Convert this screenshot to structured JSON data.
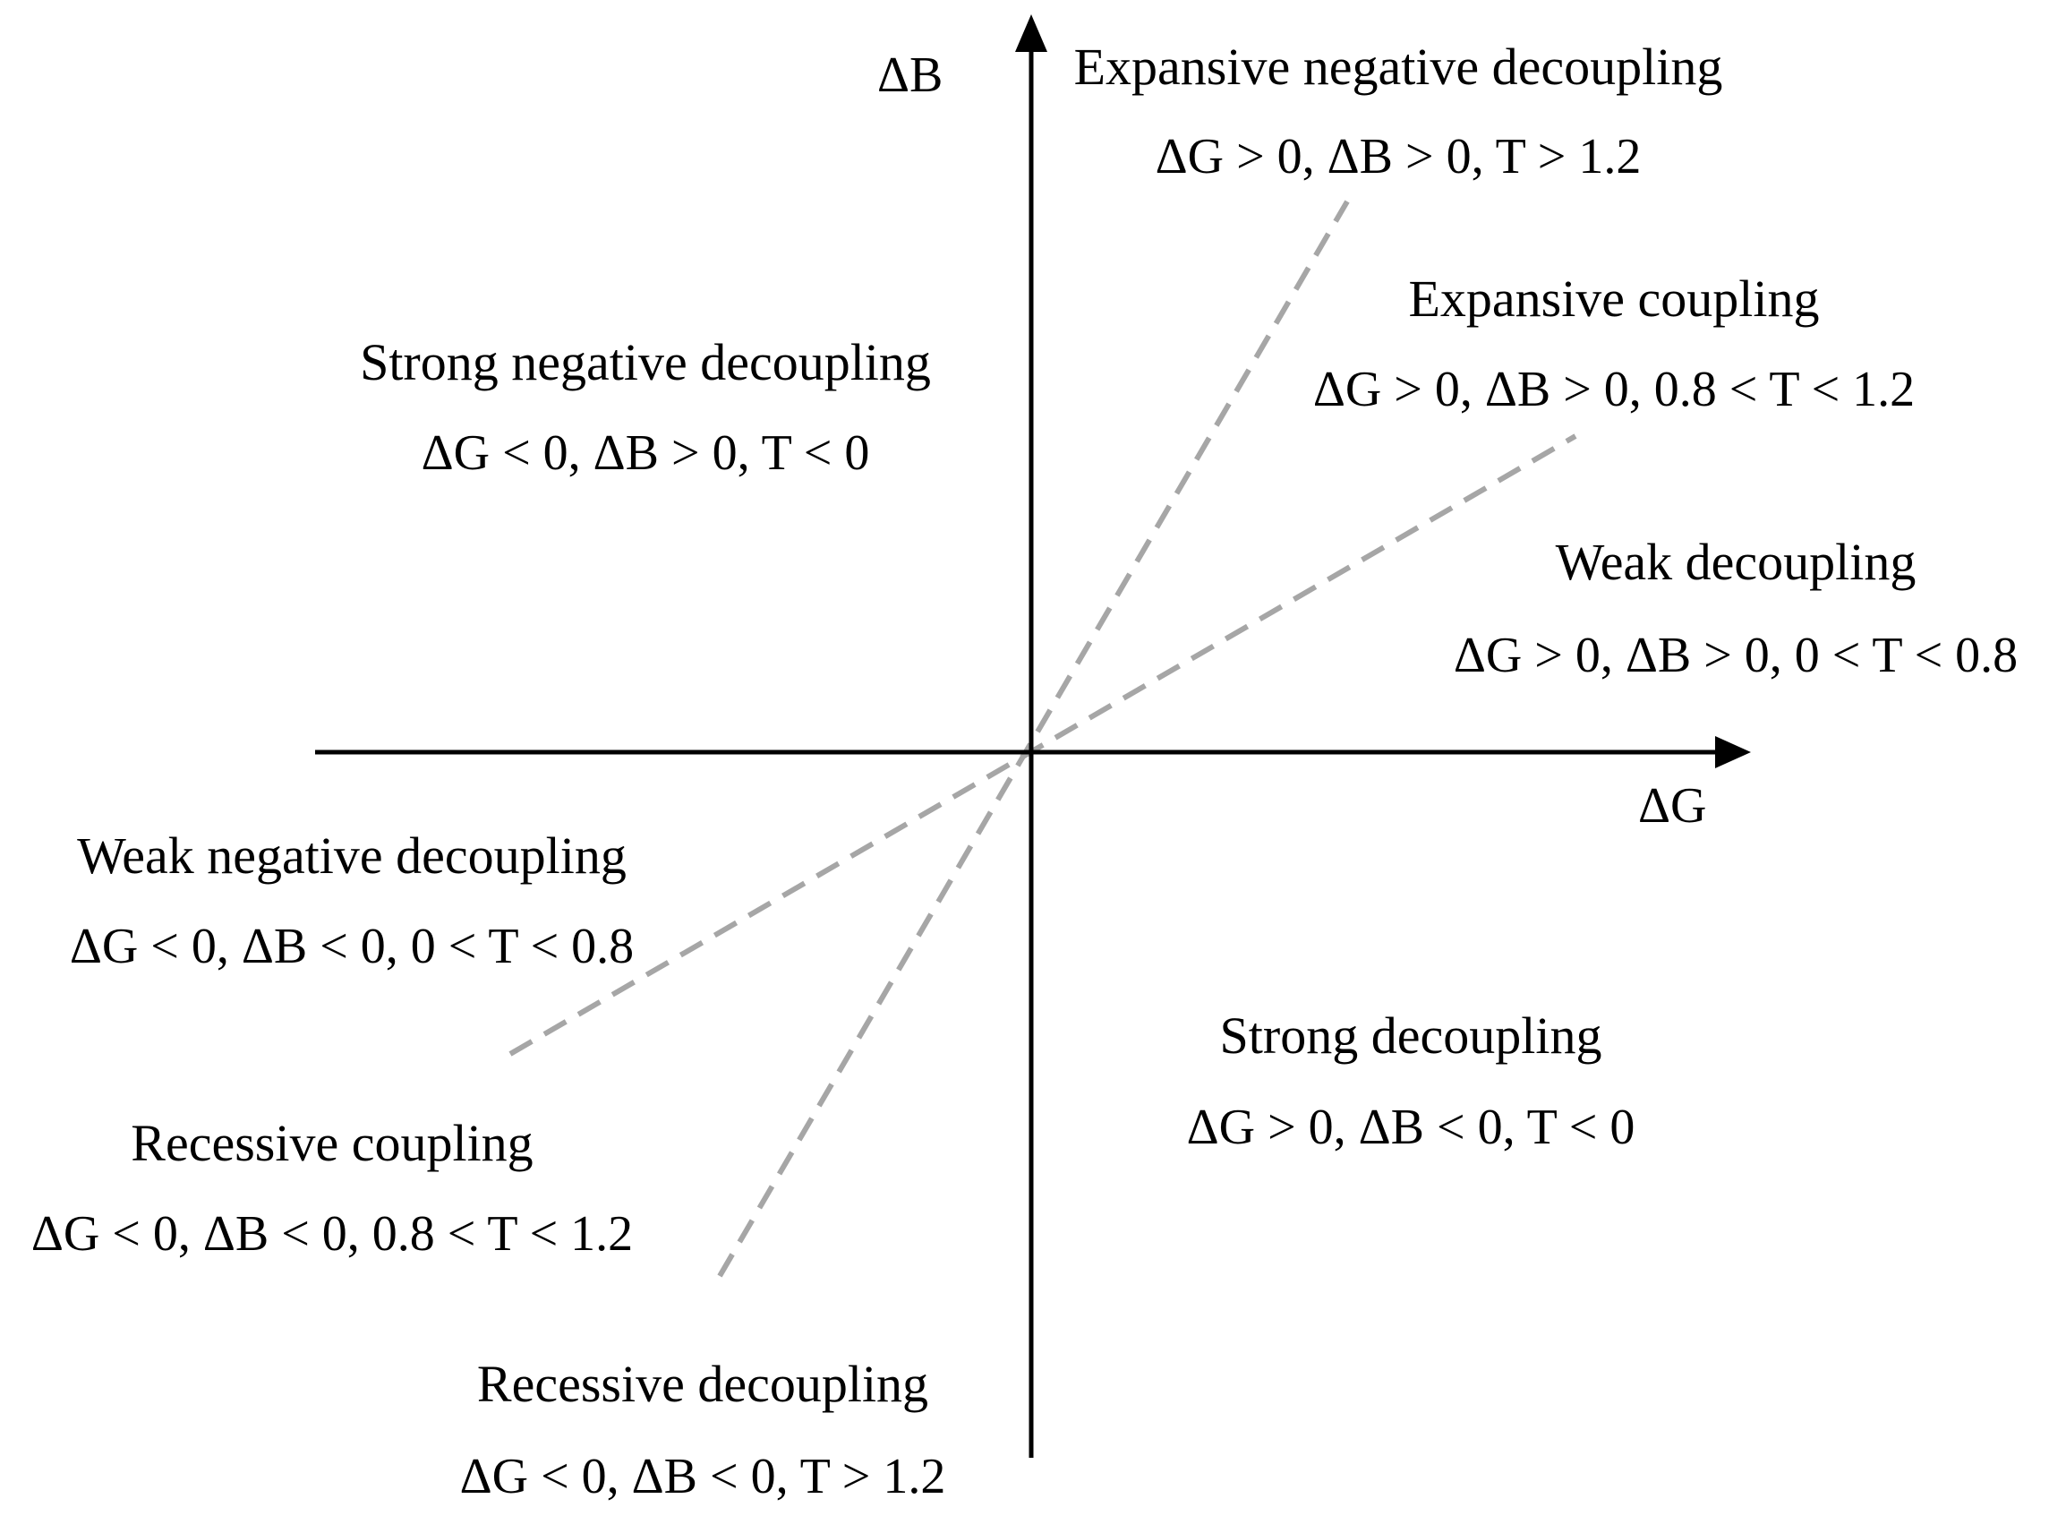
{
  "colors": {
    "axis": "#000000",
    "boundary": "#a6a6a6",
    "text": "#000000"
  },
  "axes": {
    "x_label": "ΔG",
    "y_label": "ΔB"
  },
  "zones": {
    "expansive_negative_decoupling": {
      "name": "Expansive negative decoupling",
      "condition": "ΔG > 0, ΔB > 0, T > 1.2"
    },
    "expansive_coupling": {
      "name": "Expansive coupling",
      "condition": "ΔG > 0, ΔB > 0, 0.8 < T < 1.2"
    },
    "weak_decoupling": {
      "name": "Weak decoupling",
      "condition": "ΔG > 0, ΔB > 0, 0 < T < 0.8"
    },
    "strong_negative_decoupling": {
      "name": "Strong negative decoupling",
      "condition": "ΔG < 0, ΔB > 0, T < 0"
    },
    "weak_negative_decoupling": {
      "name": "Weak negative decoupling",
      "condition": "ΔG < 0, ΔB < 0, 0 < T < 0.8"
    },
    "recessive_coupling": {
      "name": "Recessive coupling",
      "condition": "ΔG < 0, ΔB < 0, 0.8 < T < 1.2"
    },
    "recessive_decoupling": {
      "name": "Recessive decoupling",
      "condition": "ΔG < 0, ΔB < 0, T > 1.2"
    },
    "strong_decoupling": {
      "name": "Strong decoupling",
      "condition": "ΔG > 0, ΔB < 0, T < 0"
    }
  }
}
